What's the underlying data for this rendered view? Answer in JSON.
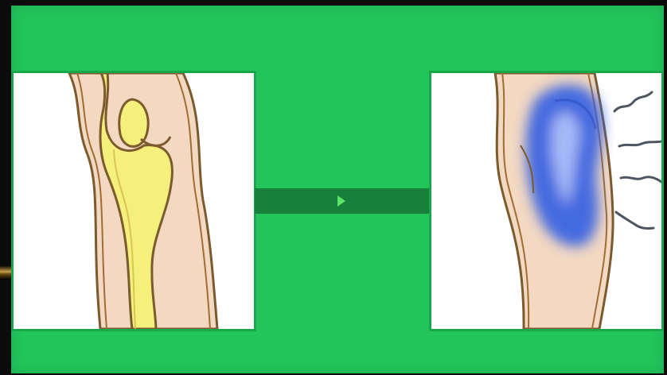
{
  "colors": {
    "background": "#22c55a",
    "connector": "#17813b",
    "panel": "#ffffff",
    "skin": "#f3d8c2",
    "bone": "#f5ef7b",
    "bruise": "#315ee3",
    "outline": "#7b5a2e"
  },
  "icons": {
    "connector_control": "play-icon",
    "left_illustration": "knee-bone-illustration",
    "right_illustration": "bruised-knee-illustration",
    "motion_lines": "pain-wave-lines"
  }
}
